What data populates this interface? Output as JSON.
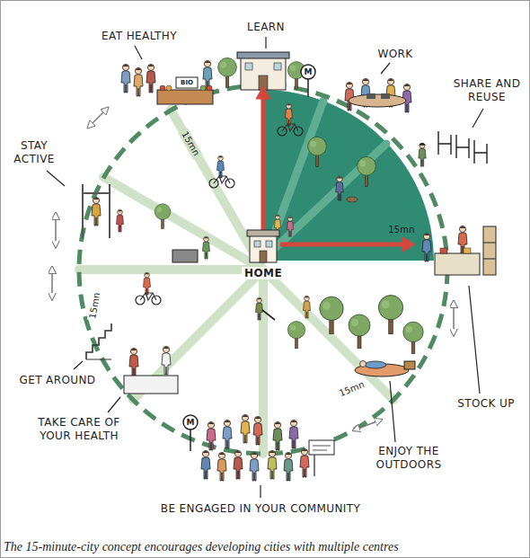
{
  "diagram": {
    "caption": "The 15-minute-city concept encourages developing cities with multiple centres",
    "labels": [
      "EAT HEALTHY",
      "LEARN",
      "WORK",
      "SHARE AND REUSE",
      "STAY ACTIVE",
      "BIO",
      "M",
      "15mn",
      "15mn",
      "HOME",
      "15mn",
      "GET AROUND",
      "TAKE CARE OF YOUR HEALTH",
      "M",
      "STOCK UP",
      "15mn",
      "ENJOY THE OUTDOORS",
      "BE ENGAGED IN YOUR COMMUNITY"
    ]
  }
}
